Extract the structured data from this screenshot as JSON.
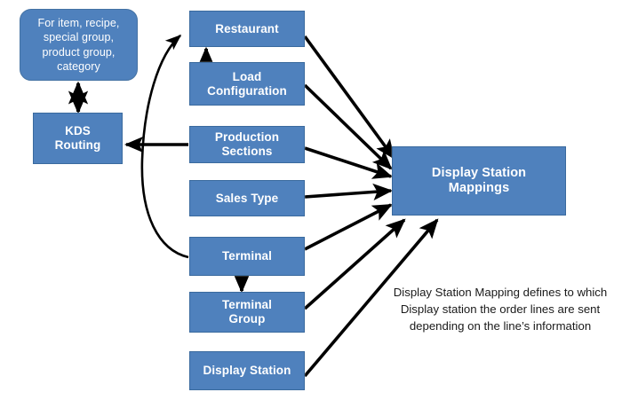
{
  "diagram": {
    "title": "Display Station Mappings relationship diagram",
    "colors": {
      "node_fill": "#4F81BD",
      "node_border": "#3A6A9E",
      "node_text": "#FFFFFF",
      "edge": "#000000",
      "background": "#FFFFFF",
      "note_text": "#1A1A1A"
    },
    "nodes": [
      {
        "id": "scope-note",
        "label": "For item, recipe,\nspecial group,\nproduct group,\ncategory",
        "shape": "rounded-rectangle"
      },
      {
        "id": "kds-routing",
        "label": "KDS\nRouting",
        "shape": "rectangle"
      },
      {
        "id": "restaurant",
        "label": "Restaurant",
        "shape": "rectangle"
      },
      {
        "id": "load-configuration",
        "label": "Load\nConfiguration",
        "shape": "rectangle"
      },
      {
        "id": "production-sections",
        "label": "Production\nSections",
        "shape": "rectangle"
      },
      {
        "id": "sales-type",
        "label": "Sales Type",
        "shape": "rectangle"
      },
      {
        "id": "terminal",
        "label": "Terminal",
        "shape": "rectangle"
      },
      {
        "id": "terminal-group",
        "label": "Terminal\nGroup",
        "shape": "rectangle"
      },
      {
        "id": "display-station",
        "label": "Display Station",
        "shape": "rectangle"
      },
      {
        "id": "display-station-mappings",
        "label": "Display Station\nMappings",
        "shape": "rectangle"
      }
    ],
    "edges": [
      {
        "from": "scope-note",
        "to": "kds-routing",
        "style": "double-arrow-vertical"
      },
      {
        "from": "production-sections",
        "to": "kds-routing",
        "style": "arrow-left"
      },
      {
        "from": "load-configuration",
        "to": "restaurant",
        "style": "arrow-up"
      },
      {
        "from": "terminal",
        "to": "restaurant",
        "style": "curved-arrow"
      },
      {
        "from": "terminal",
        "to": "terminal-group",
        "style": "arrow-down"
      },
      {
        "from": "restaurant",
        "to": "display-station-mappings",
        "style": "arrow"
      },
      {
        "from": "load-configuration",
        "to": "display-station-mappings",
        "style": "arrow"
      },
      {
        "from": "production-sections",
        "to": "display-station-mappings",
        "style": "arrow"
      },
      {
        "from": "sales-type",
        "to": "display-station-mappings",
        "style": "arrow"
      },
      {
        "from": "terminal",
        "to": "display-station-mappings",
        "style": "arrow"
      },
      {
        "from": "terminal-group",
        "to": "display-station-mappings",
        "style": "arrow"
      },
      {
        "from": "display-station",
        "to": "display-station-mappings",
        "style": "arrow"
      }
    ],
    "note": {
      "id": "mapping-description",
      "text": "Display Station Mapping defines to which Display station the order lines are sent depending on the line’s information"
    }
  }
}
